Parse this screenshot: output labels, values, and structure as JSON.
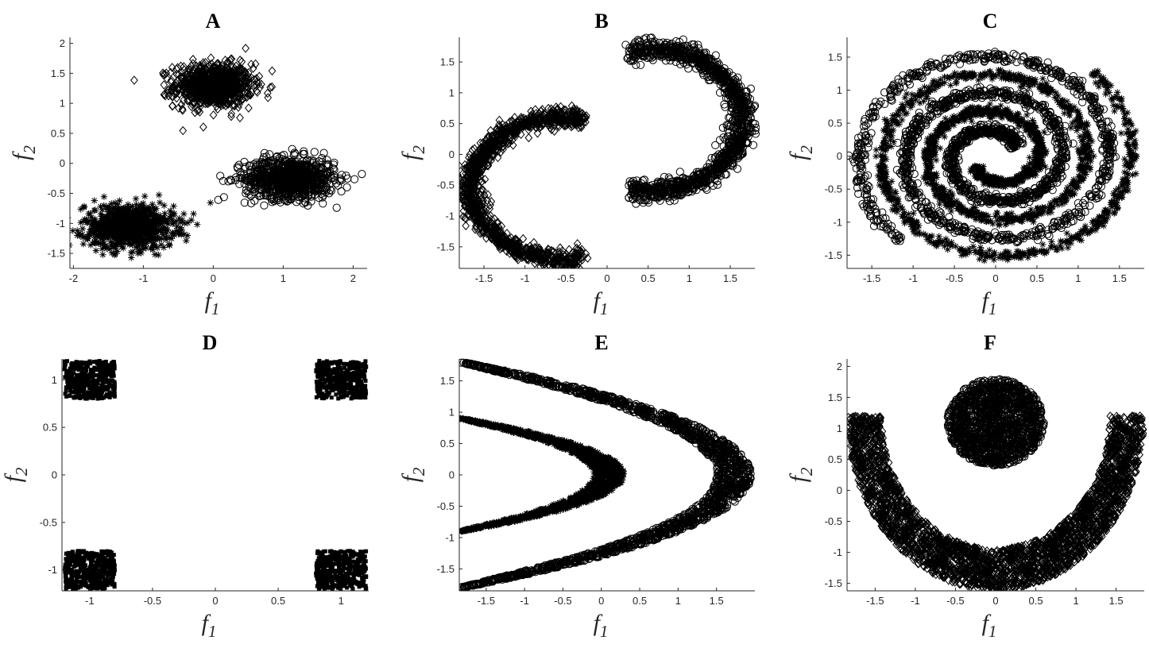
{
  "chart_data": [
    {
      "panel": "A",
      "title": "A",
      "type": "scatter",
      "xlabel": {
        "base": "f",
        "sub": "1"
      },
      "ylabel": {
        "base": "f",
        "sub": "2"
      },
      "xlim": [
        -2.05,
        2.2
      ],
      "ylim": [
        -1.75,
        2.1
      ],
      "xticks": [
        -2,
        -1,
        0,
        1,
        2
      ],
      "xtick_labels": [
        "-2",
        "-1",
        "0",
        "1",
        "2"
      ],
      "yticks": [
        -1.5,
        -1,
        -0.5,
        0,
        0.5,
        1,
        1.5,
        2
      ],
      "ytick_labels": [
        "-1.5",
        "-1",
        "-0.5",
        "0",
        "0.5",
        "1",
        "1.5",
        "2"
      ],
      "series": [
        {
          "marker": "diamond",
          "shape": "gaussian",
          "center": [
            0.0,
            1.3
          ],
          "sd": [
            0.28,
            0.18
          ],
          "n": 900
        },
        {
          "marker": "circle",
          "shape": "gaussian",
          "center": [
            1.1,
            -0.25
          ],
          "sd": [
            0.32,
            0.17
          ],
          "n": 900
        },
        {
          "marker": "asterisk",
          "shape": "gaussian",
          "center": [
            -1.2,
            -1.05
          ],
          "sd": [
            0.32,
            0.18
          ],
          "n": 900
        }
      ]
    },
    {
      "panel": "B",
      "title": "B",
      "type": "scatter",
      "xlabel": {
        "base": "f",
        "sub": "1"
      },
      "ylabel": {
        "base": "f",
        "sub": "2"
      },
      "xlim": [
        -1.8,
        1.8
      ],
      "ylim": [
        -1.85,
        1.9
      ],
      "xticks": [
        -1.5,
        -1,
        -0.5,
        0,
        0.5,
        1,
        1.5
      ],
      "xtick_labels": [
        "-1.5",
        "-1",
        "-0.5",
        "0",
        "0.5",
        "1",
        "1.5"
      ],
      "yticks": [
        -1.5,
        -1,
        -0.5,
        0,
        0.5,
        1,
        1.5
      ],
      "ytick_labels": [
        "-1.5",
        "-1",
        "-0.5",
        "0",
        "0.5",
        "1",
        "1.5"
      ],
      "series": [
        {
          "marker": "diamond",
          "shape": "arc",
          "center": [
            -0.55,
            -0.55
          ],
          "radii": [
            1.1,
            1.15
          ],
          "angles_deg": [
            75,
            285
          ],
          "width": 0.17,
          "n": 1300
        },
        {
          "marker": "circle",
          "shape": "arc",
          "center": [
            0.55,
            0.55
          ],
          "radii": [
            1.1,
            1.15
          ],
          "angles_deg": [
            -105,
            105
          ],
          "width": 0.17,
          "n": 1300
        }
      ]
    },
    {
      "panel": "C",
      "title": "C",
      "type": "scatter",
      "xlabel": {
        "base": "f",
        "sub": "1"
      },
      "ylabel": {
        "base": "f",
        "sub": "2"
      },
      "xlim": [
        -1.8,
        1.8
      ],
      "ylim": [
        -1.7,
        1.8
      ],
      "xticks": [
        -1.5,
        -1,
        -0.5,
        0,
        0.5,
        1,
        1.5
      ],
      "xtick_labels": [
        "-1.5",
        "-1",
        "-0.5",
        "0",
        "0.5",
        "1",
        "1.5"
      ],
      "yticks": [
        -1.5,
        -1,
        -0.5,
        0,
        0.5,
        1,
        1.5
      ],
      "ytick_labels": [
        "-1.5",
        "-1",
        "-0.5",
        "0",
        "0.5",
        "1",
        "1.5"
      ],
      "series": [
        {
          "marker": "circle",
          "shape": "spiral",
          "start_deg": 30,
          "turns": 2.55,
          "start_radius": 0.3,
          "growth_per_turn": 0.56,
          "width": 0.08,
          "n": 1800
        },
        {
          "marker": "asterisk",
          "shape": "spiral",
          "start_deg": 210,
          "turns": 2.55,
          "start_radius": 0.3,
          "growth_per_turn": 0.56,
          "width": 0.08,
          "n": 1800
        }
      ]
    },
    {
      "panel": "D",
      "title": "D",
      "type": "scatter",
      "xlabel": {
        "base": "f",
        "sub": "1"
      },
      "ylabel": {
        "base": "f",
        "sub": "2"
      },
      "xlim": [
        -1.22,
        1.22
      ],
      "ylim": [
        -1.22,
        1.22
      ],
      "xticks": [
        -1,
        -0.5,
        0,
        0.5,
        1
      ],
      "xtick_labels": [
        "-1",
        "-0.5",
        "0",
        "0.5",
        "1"
      ],
      "yticks": [
        -1,
        -0.5,
        0,
        0.5,
        1
      ],
      "ytick_labels": [
        "-1",
        "-0.5",
        "0",
        "0.5",
        "1"
      ],
      "series": [
        {
          "marker": "square",
          "shape": "box",
          "x": [
            -1.2,
            -0.8
          ],
          "y": [
            0.8,
            1.2
          ],
          "n": 400
        },
        {
          "marker": "square",
          "shape": "box",
          "x": [
            0.8,
            1.2
          ],
          "y": [
            0.8,
            1.2
          ],
          "n": 400
        },
        {
          "marker": "square",
          "shape": "box",
          "x": [
            -1.2,
            -0.8
          ],
          "y": [
            -1.2,
            -0.8
          ],
          "n": 400
        },
        {
          "marker": "square",
          "shape": "box",
          "x": [
            0.8,
            1.2
          ],
          "y": [
            -1.2,
            -0.8
          ],
          "n": 400
        }
      ]
    },
    {
      "panel": "E",
      "title": "E",
      "type": "scatter",
      "xlabel": {
        "base": "f",
        "sub": "1"
      },
      "ylabel": {
        "base": "f",
        "sub": "2"
      },
      "xlim": [
        -1.85,
        2.0
      ],
      "ylim": [
        -1.85,
        1.85
      ],
      "xticks": [
        -1.5,
        -1,
        -0.5,
        0,
        0.5,
        1,
        1.5
      ],
      "xtick_labels": [
        "-1.5",
        "-1",
        "-0.5",
        "0",
        "0.5",
        "1",
        "1.5"
      ],
      "yticks": [
        -1.5,
        -1,
        -0.5,
        0,
        0.5,
        1,
        1.5
      ],
      "ytick_labels": [
        "-1.5",
        "-1",
        "-0.5",
        "0",
        "0.5",
        "1",
        "1.5"
      ],
      "series": [
        {
          "marker": "asterisk",
          "shape": "crescent",
          "x_left": -1.8,
          "x_right": 0.3,
          "y_half": 0.9,
          "max_width": 0.4,
          "n": 1400
        },
        {
          "marker": "circle",
          "shape": "crescent",
          "x_left": -1.8,
          "x_right": 1.95,
          "y_half": 1.8,
          "max_width": 0.45,
          "n": 1800
        }
      ]
    },
    {
      "panel": "F",
      "title": "F",
      "type": "scatter",
      "xlabel": {
        "base": "f",
        "sub": "1"
      },
      "ylabel": {
        "base": "f",
        "sub": "2"
      },
      "xlim": [
        -1.85,
        1.85
      ],
      "ylim": [
        -1.62,
        2.12
      ],
      "xticks": [
        -1.5,
        -1,
        -0.5,
        0,
        0.5,
        1,
        1.5
      ],
      "xtick_labels": [
        "-1.5",
        "-1",
        "-0.5",
        "0",
        "0.5",
        "1",
        "1.5"
      ],
      "yticks": [
        -1.5,
        -1,
        -0.5,
        0,
        0.5,
        1,
        1.5,
        2
      ],
      "ytick_labels": [
        "-1.5",
        "-1",
        "-0.5",
        "0",
        "0.5",
        "1",
        "1.5",
        "2"
      ],
      "series": [
        {
          "marker": "circle",
          "shape": "disk",
          "center": [
            0.0,
            1.1
          ],
          "radii": [
            0.6,
            0.7
          ],
          "n": 1500
        },
        {
          "marker": "diamond",
          "shape": "ring_bottom",
          "center": [
            0.0,
            1.2
          ],
          "r_inner": 2.15,
          "r_outer": 2.8,
          "y_top": 1.2,
          "n": 3000
        }
      ]
    }
  ]
}
